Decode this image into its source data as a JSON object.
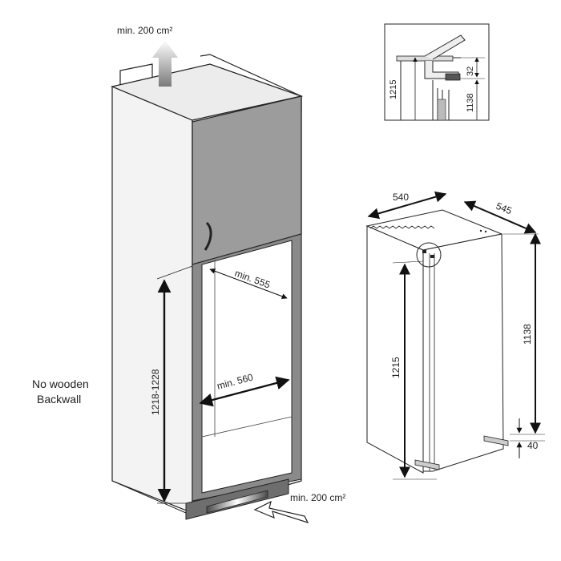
{
  "labels": {
    "vent_top": "min. 200 cm²",
    "vent_bottom": "min. 200 cm²",
    "no_backwall_line1": "No wooden",
    "no_backwall_line2": "Backwall",
    "niche_height": "1218-1228",
    "niche_depth": "min. 555",
    "niche_width": "min. 560",
    "detail_height": "1215",
    "detail_top_gap": "32",
    "detail_lower": "1138",
    "appliance_width": "540",
    "appliance_depth": "545",
    "appliance_height": "1215",
    "appliance_door_height": "1138",
    "appliance_foot": "40"
  },
  "colors": {
    "cabinet_fill": "#f2f2f2",
    "door_fill": "#9c9c9c",
    "frame_fill": "#8a8a8a",
    "plinth_fill": "#6e6e6e",
    "line": "#222222"
  },
  "icons": [
    "airflow-up-arrow-icon",
    "airflow-in-arrow-icon",
    "hinge-detail-icon"
  ]
}
